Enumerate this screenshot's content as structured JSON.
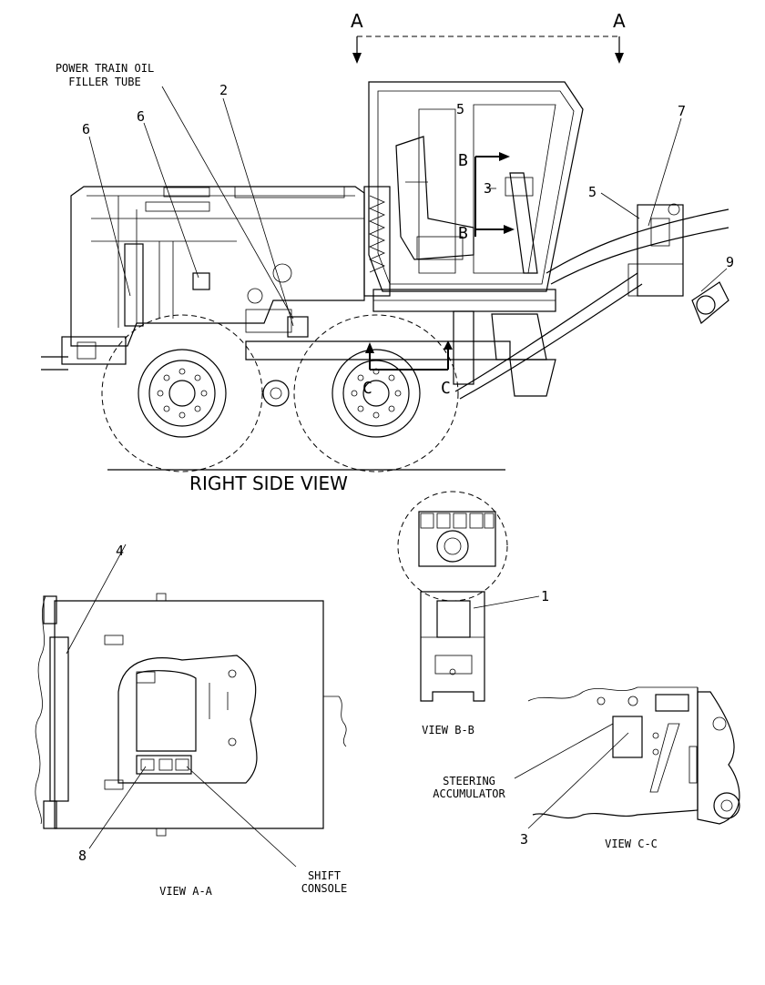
{
  "section_marks": {
    "a_left": "A",
    "a_right": "A",
    "b_upper": "B",
    "b_lower": "B",
    "c_left": "C",
    "c_right": "C"
  },
  "callouts": {
    "power_train_oil_line1": "POWER TRAIN OIL",
    "power_train_oil_line2": "FILLER TUBE",
    "steering_line1": "STEERING",
    "steering_line2": "ACCUMULATOR",
    "shift_line1": "SHIFT",
    "shift_line2": "CONSOLE"
  },
  "item_numbers": {
    "n1": "1",
    "n2": "2",
    "n3": "3",
    "n3_cab": "3",
    "n4": "4",
    "n5_cab": "5",
    "n5_front": "5",
    "n6_left": "6",
    "n6_mid": "6",
    "n7": "7",
    "n8": "8",
    "n9": "9"
  },
  "view_titles": {
    "right_side": "RIGHT SIDE VIEW",
    "view_aa": "VIEW A-A",
    "view_bb": "VIEW B-B",
    "view_cc": "VIEW C-C"
  }
}
